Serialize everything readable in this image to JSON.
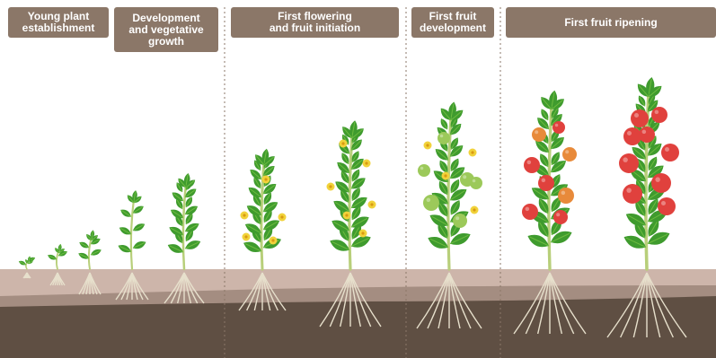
{
  "stages": [
    {
      "label": "Young plant\nestablishment"
    },
    {
      "label": "Development\nand vegetative\ngrowth"
    },
    {
      "label": "First flowering\nand fruit initiation"
    },
    {
      "label": "First fruit\ndevelopment"
    },
    {
      "label": "First fruit ripening"
    }
  ],
  "colors": {
    "label_bg": "#8b7768",
    "soil_top": "#cdb5aa",
    "soil_mid": "#a48d81",
    "soil_deep": "#5f4f43",
    "leaf": "#3f9b2e",
    "leaf_light": "#6dbb3f",
    "stem": "#b8cf7a",
    "root": "#e7e0cc",
    "flower": "#f1d23a",
    "fruit_green": "#9cc95a",
    "fruit_orange": "#e88a3a",
    "fruit_red": "#e0413d"
  },
  "icons": [
    "plant-icon",
    "flower-icon",
    "fruit-icon",
    "root-icon"
  ]
}
